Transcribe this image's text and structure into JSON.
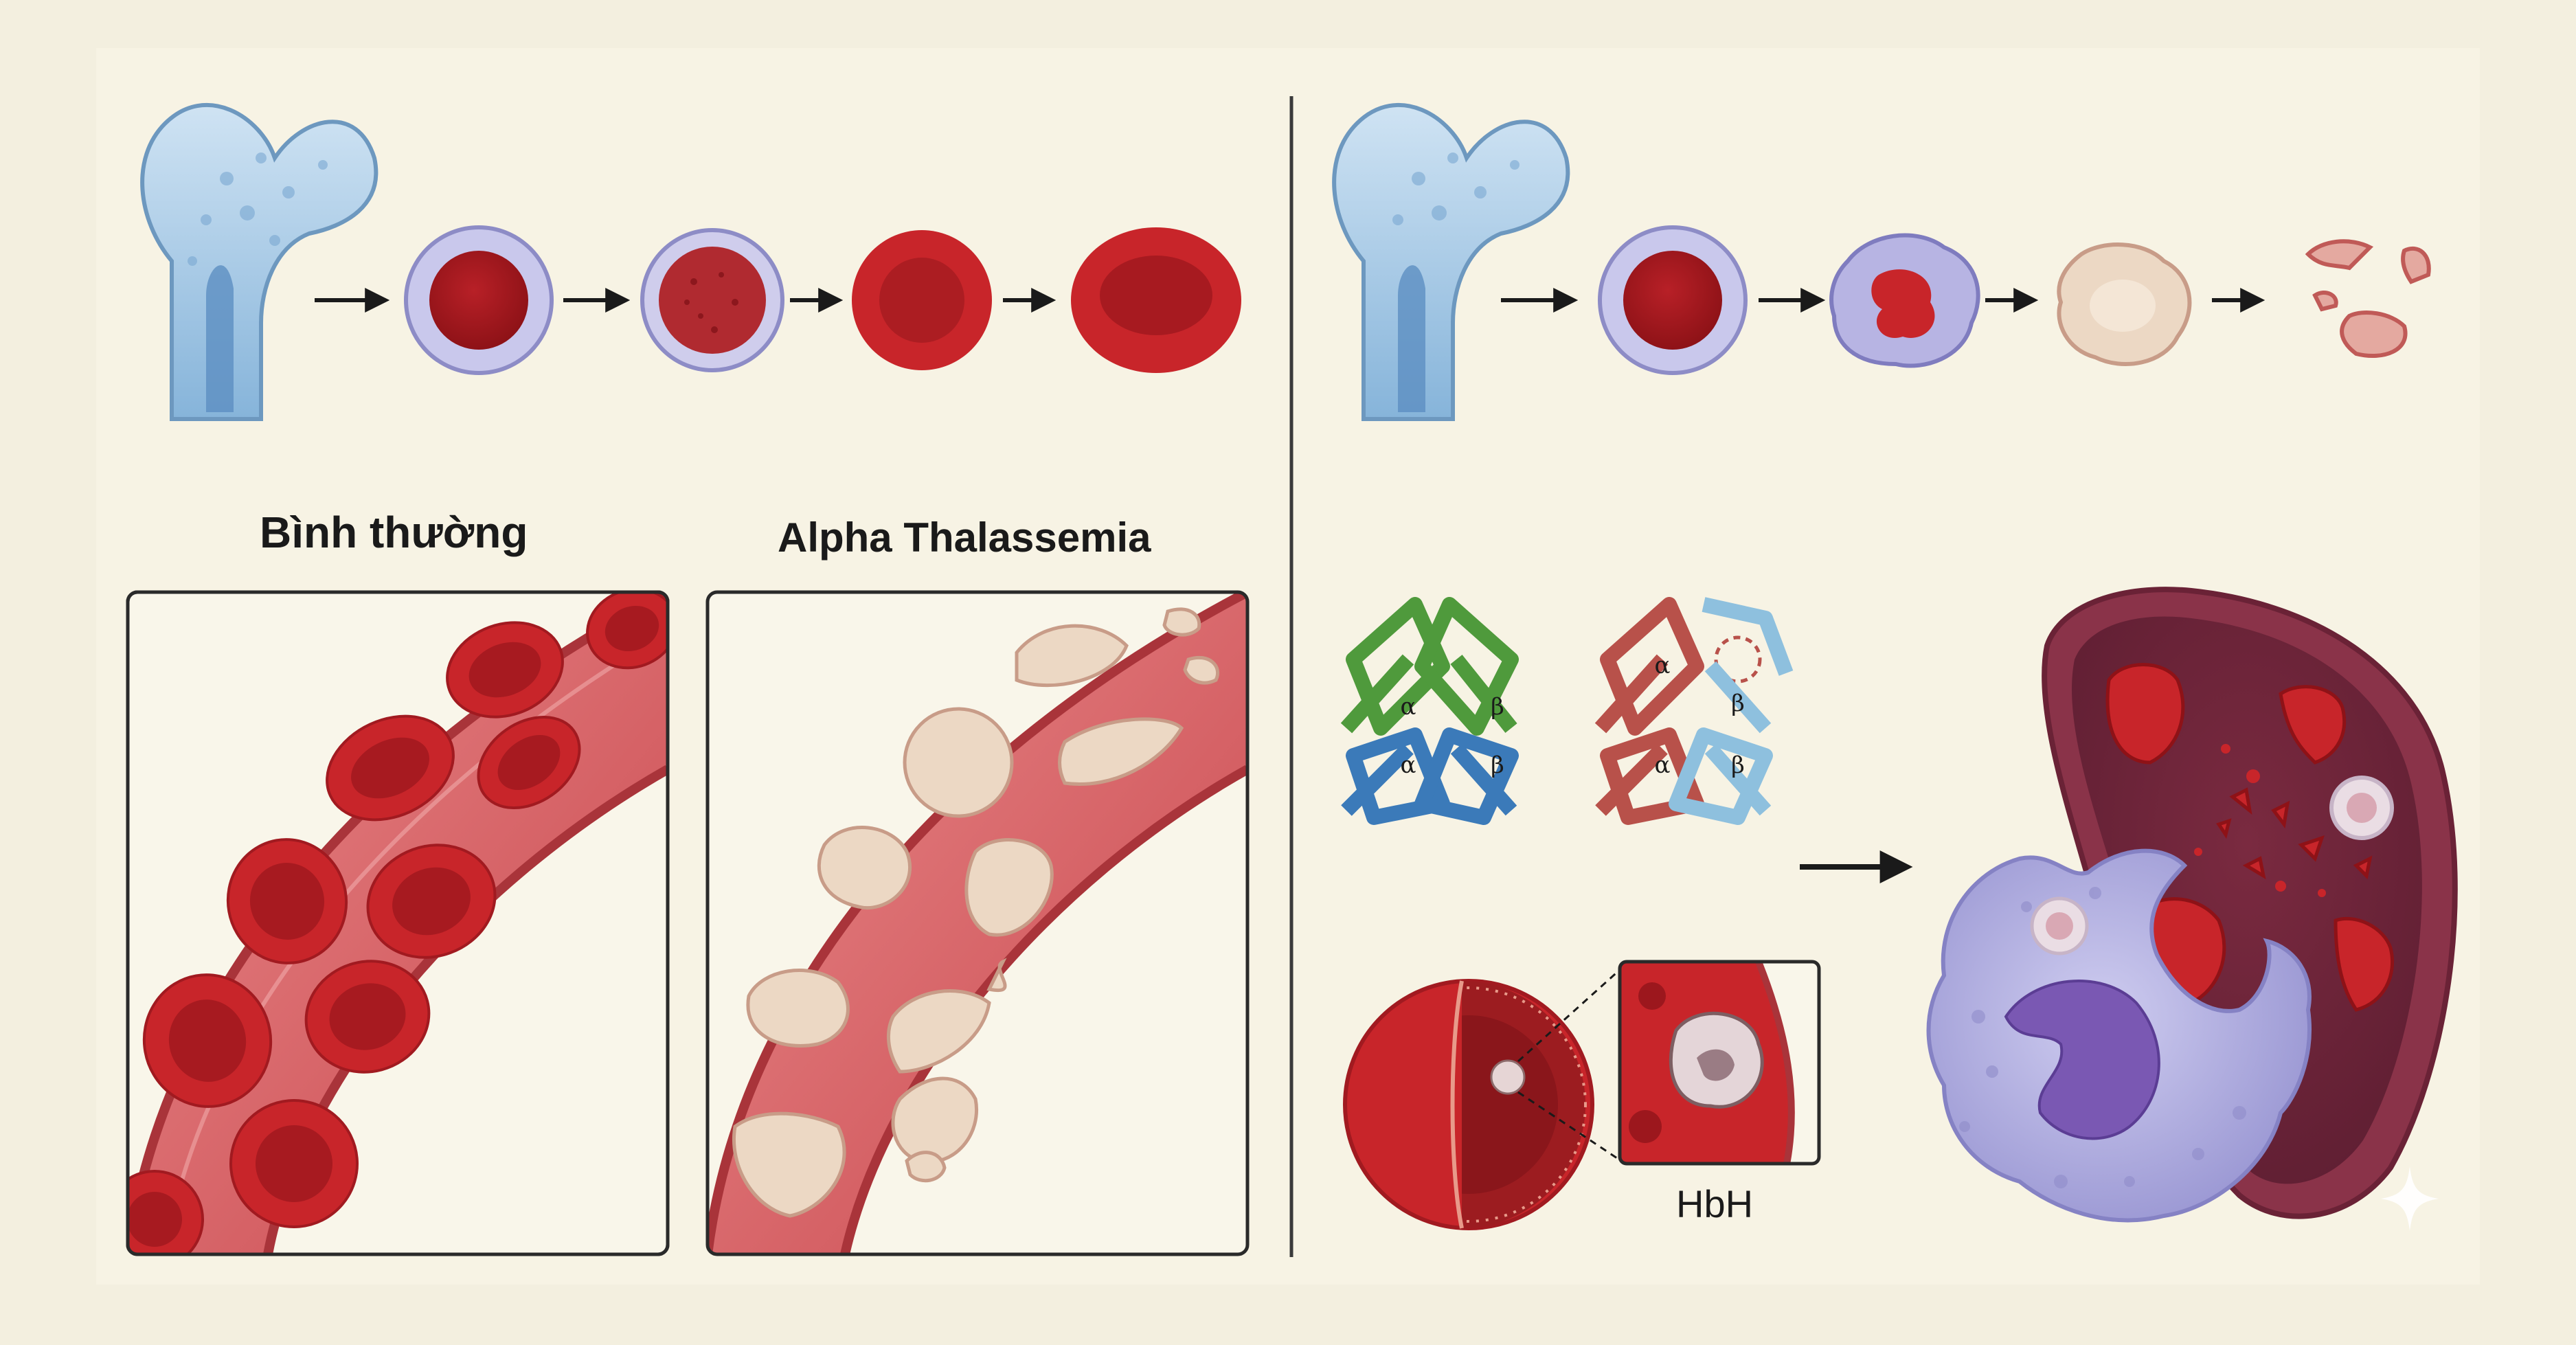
{
  "labels": {
    "normal": "Bình thường",
    "alpha_thal": "Alpha Thalassemia",
    "hbh": "HbH"
  },
  "globin_letters": {
    "alpha": "α",
    "beta": "β"
  },
  "colors": {
    "background": "#f3efdf",
    "panel": "#f7f3e4",
    "rbc": "#c8252a",
    "rbc_dark": "#8e1217",
    "vessel": "#d9656a",
    "bone": "#a9cde8",
    "pale_cell": "#ecd8c4",
    "macrophage": "#b5b2e0",
    "spleen": "#8a3349",
    "alpha_chain": "#4f9a3c",
    "beta_chain": "#3b7ab9",
    "defective_alpha": "#b8514a",
    "light_beta": "#8ec0de"
  },
  "icons": {
    "bone": "femur-bone-marrow-icon",
    "arrow": "right-arrow-icon",
    "macrophage": "macrophage-icon",
    "spleen": "spleen-icon"
  }
}
